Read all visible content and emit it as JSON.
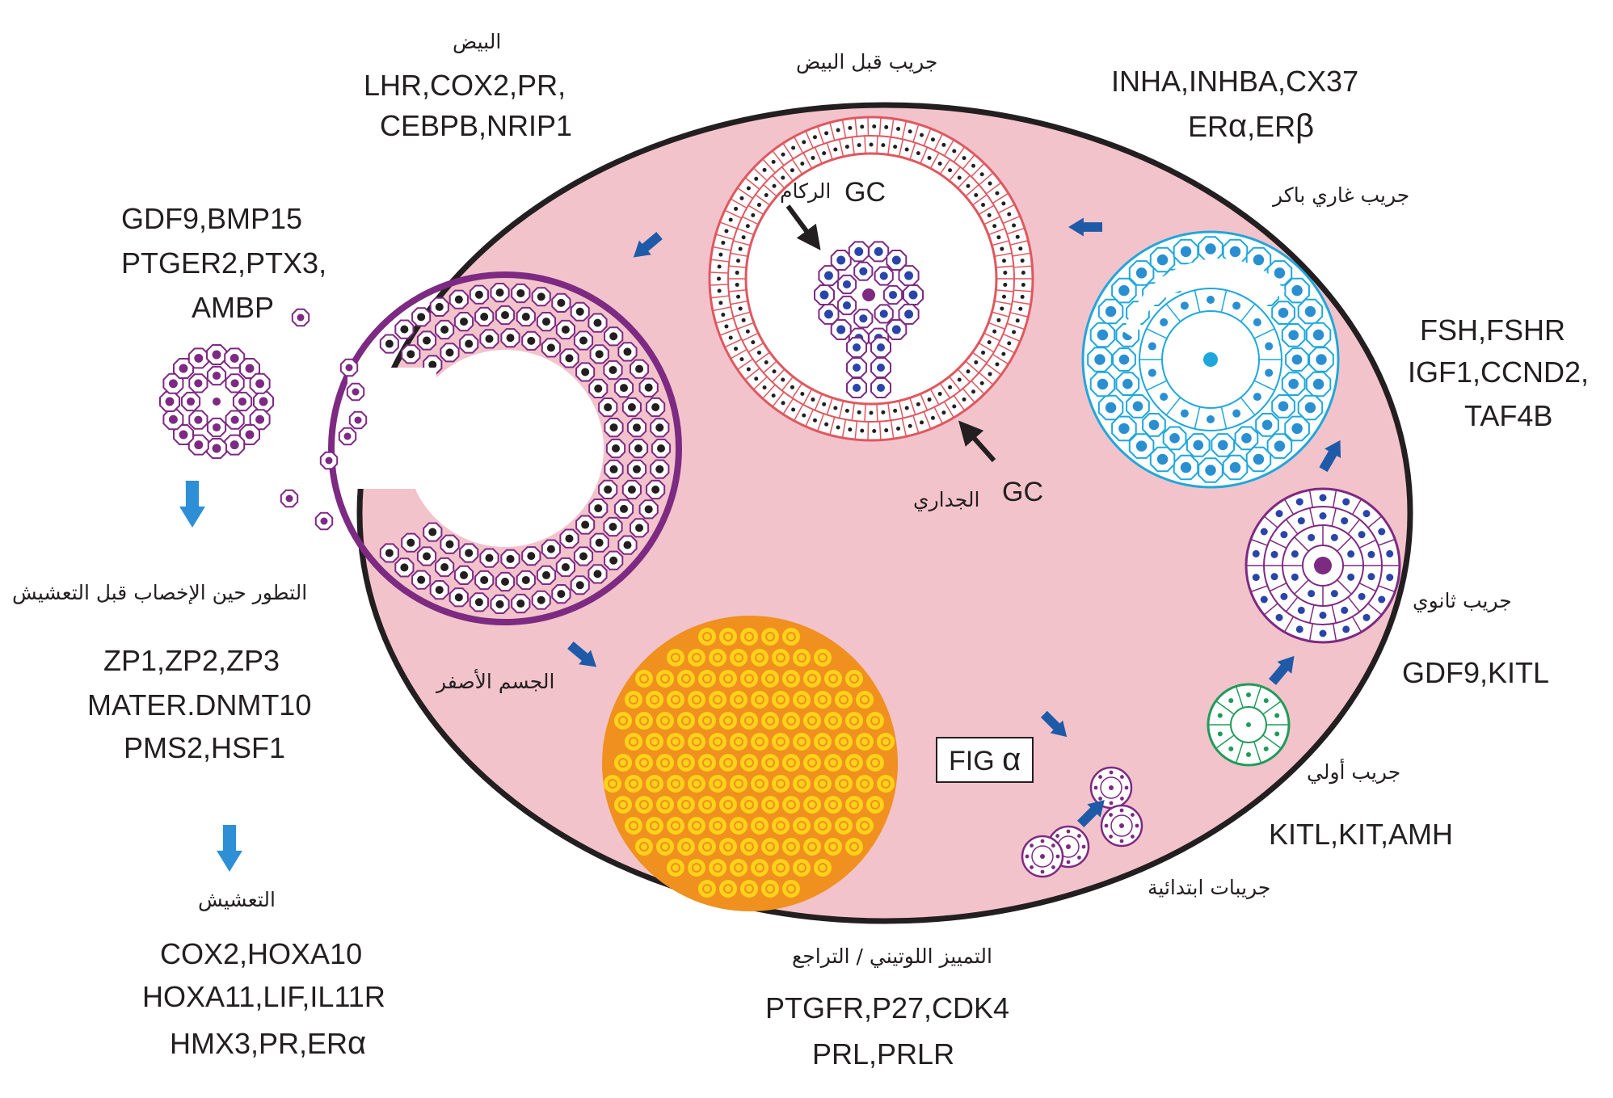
{
  "colors": {
    "ovary_fill": "#f3c3cb",
    "ovary_stroke": "#231f20",
    "purple": "#7d2a82",
    "pre_ovulatory": "#e0575f",
    "antral": "#1ea7dc",
    "primary": "#1f9b5a",
    "corpus_luteum_fill": "#f0901e",
    "corpus_luteum_cells": "#ffd21a",
    "arrow_blue": "#1f5aa8",
    "arrow_light_blue": "#2e8fd6",
    "nucleus_blue": "#2b44a8"
  },
  "labels": {
    "ovulation": {
      "title": "البيض",
      "line1": "LHR,COX2,PR,",
      "line2": "CEBPB,NRIP1"
    },
    "preovulatory": {
      "title": "جريب قبل البيض"
    },
    "top_right_genes": {
      "line1": "INHA,INHBA,CX37",
      "line2_prefix": "ER",
      "alpha": "α",
      "comma": ",ER",
      "beta": "β"
    },
    "early_antral": {
      "title": "جريب غاري باكر"
    },
    "fsh_genes": {
      "line1": "FSH,FSHR",
      "line2": "IGF1,CCND2,",
      "line3": "TAF4B"
    },
    "secondary": {
      "title": "جريب ثانوي",
      "genes": "GDF9,KITL"
    },
    "primary": {
      "title": "جريب أولي",
      "genes": "KITL,KIT,AMH"
    },
    "primordial": {
      "title": "جريبات ابتدائية"
    },
    "luteinization": {
      "title": "التمييز اللوتيني / التراجع",
      "line1": "PTGFR,P27,CDK4",
      "line2": "PRL,PRLR"
    },
    "corpus_luteum": {
      "title": "الجسم الأصفر"
    },
    "cumulus": {
      "gc": "GC",
      "name": "الركام"
    },
    "mural": {
      "gc": "GC",
      "name": "الجداري"
    },
    "oocyte_genes": {
      "line1": "GDF9,BMP15",
      "line2": "PTGER2,PTX3,",
      "line3": "AMBP"
    },
    "preimplantation": {
      "title": "التطور حين الإخصاب قبل التعشيش",
      "line1": "ZP1,ZP2,ZP3",
      "line2": "MATER.DNMT10",
      "line3": "PMS2,HSF1"
    },
    "implantation": {
      "title": "التعشيش",
      "line1": "COX2,HOXA10",
      "line2": "HOXA11,LIF,IL11R",
      "line3_prefix": "HMX3,PR,ER",
      "alpha": "α"
    },
    "fig": {
      "text": "FIG",
      "alpha": "α"
    }
  }
}
